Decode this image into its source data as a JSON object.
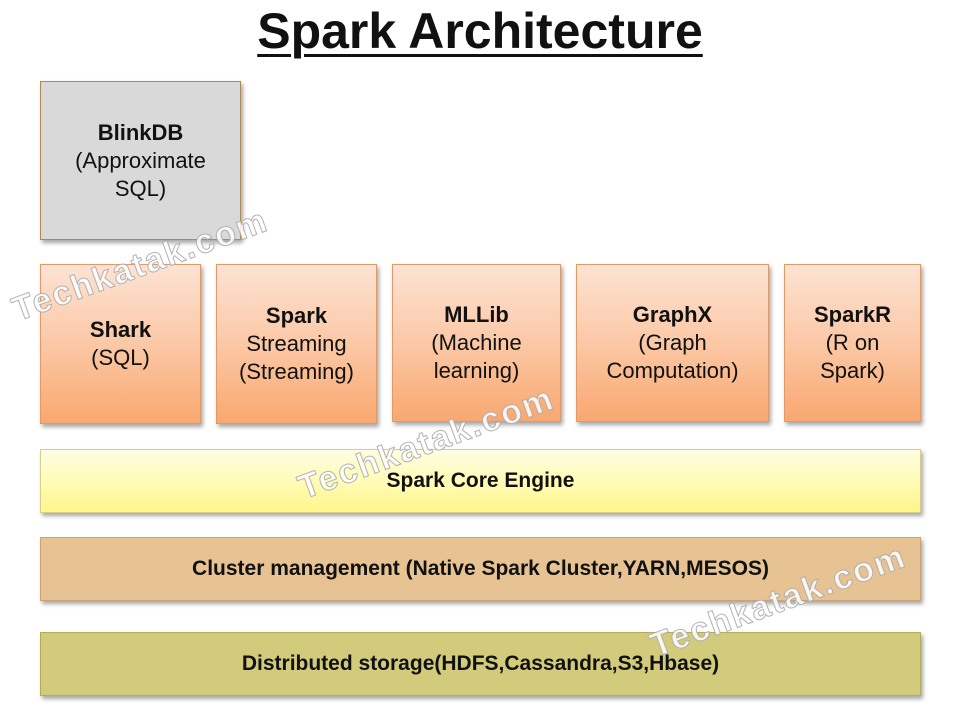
{
  "title": "Spark Architecture",
  "blinkdb": {
    "name": "BlinkDB",
    "line1": "(Approximate",
    "line2": "SQL)"
  },
  "components": [
    {
      "name": "Shark",
      "line1": "(SQL)",
      "line2": ""
    },
    {
      "name": "Spark",
      "line1": "Streaming",
      "line2": "(Streaming)"
    },
    {
      "name": "MLLib",
      "line1": "(Machine",
      "line2": "learning)"
    },
    {
      "name": "GraphX",
      "line1": "(Graph",
      "line2": "Computation)"
    },
    {
      "name": "SparkR",
      "line1": "(R on",
      "line2": "Spark)"
    }
  ],
  "core": "Spark Core Engine",
  "cluster": "Cluster management (Native Spark Cluster,YARN,MESOS)",
  "storage": "Distributed storage(HDFS,Cassandra,S3,Hbase)",
  "watermark": "Techkatak.com",
  "colors": {
    "blinkdb_fill": "#d9d9d9",
    "component_fill": "#fbc8a6",
    "core_fill": "#fffbb3",
    "cluster_fill": "#e7c393",
    "storage_fill": "#d2cb7b"
  }
}
